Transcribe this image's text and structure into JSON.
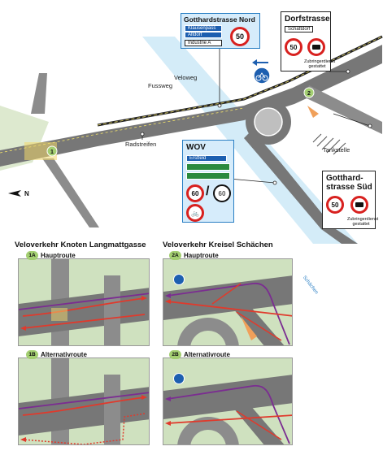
{
  "map": {
    "labels": {
      "veloweg": "Veloweg",
      "fussweg": "Fussweg",
      "radstreifen": "Radstreifen",
      "tankstelle": "Tankstelle",
      "schaechen": "Schächen",
      "north": "N"
    },
    "markers": {
      "m1": "1",
      "m2": "2"
    }
  },
  "gotthard_nord": {
    "title": "Gotthardstrasse Nord",
    "sign_blue_1": "Klausenpass",
    "sign_blue_2": "Altdorf",
    "sign_white": "Industrie A",
    "speed": "50"
  },
  "dorfstrasse": {
    "title": "Dorfstrasse",
    "sign_white": "Schattdorf",
    "speed": "50",
    "note": "Zubringerdienst gestattet"
  },
  "wov": {
    "title": "WOV",
    "sign_1": "Erstfeld",
    "speed_a": "60",
    "slash": "/",
    "speed_b": "60"
  },
  "gotthard_sued": {
    "title_1": "Gotthard-",
    "title_2": "strasse Süd",
    "speed": "50",
    "note": "Zubringerdienst gestattet"
  },
  "sections": {
    "left_title": "Veloverkehr Knoten Langmattgasse",
    "right_title": "Veloverkehr Kreisel Schächen"
  },
  "panels": [
    {
      "badge": "1A",
      "label": "Hauptroute"
    },
    {
      "badge": "1B",
      "label": "Alternativroute"
    },
    {
      "badge": "2A",
      "label": "Hauptroute"
    },
    {
      "badge": "2B",
      "label": "Alternativroute"
    }
  ]
}
